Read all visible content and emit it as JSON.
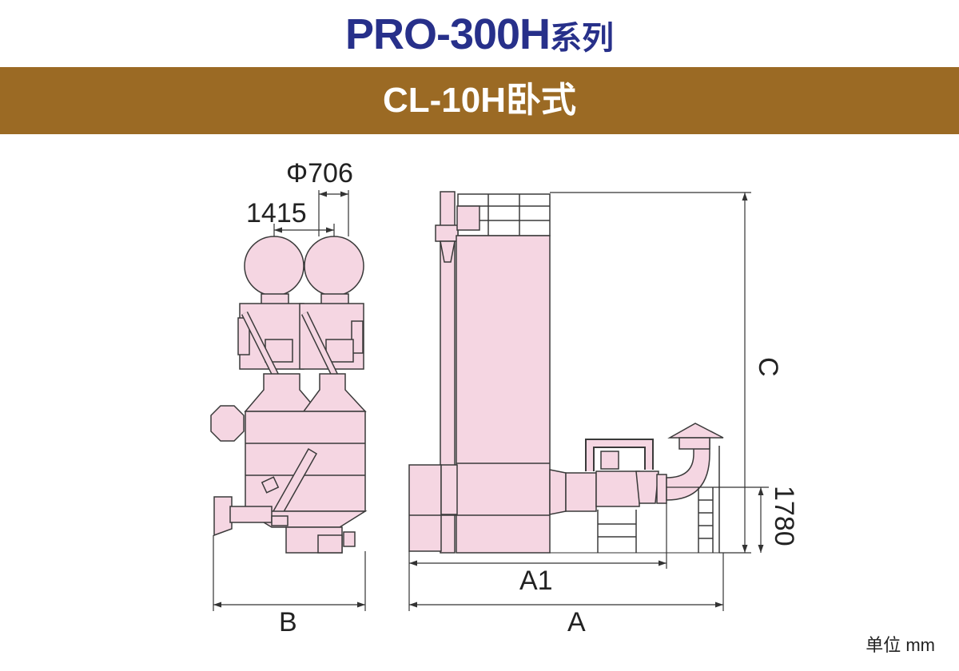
{
  "header": {
    "model": "PRO-300H",
    "suffix": "系列"
  },
  "banner": {
    "title": "CL-10H卧式"
  },
  "dimensions": {
    "diameter": "Φ706",
    "spacing": "1415",
    "height_c": "C",
    "height_1780": "1780",
    "width_b": "B",
    "length_a1": "A1",
    "length_a": "A"
  },
  "footer": {
    "unit": "单位 mm"
  },
  "colors": {
    "body_fill": "#f5d6e2",
    "outline": "#3a3a3a",
    "band": "#9b6a24",
    "title": "#27308a"
  }
}
